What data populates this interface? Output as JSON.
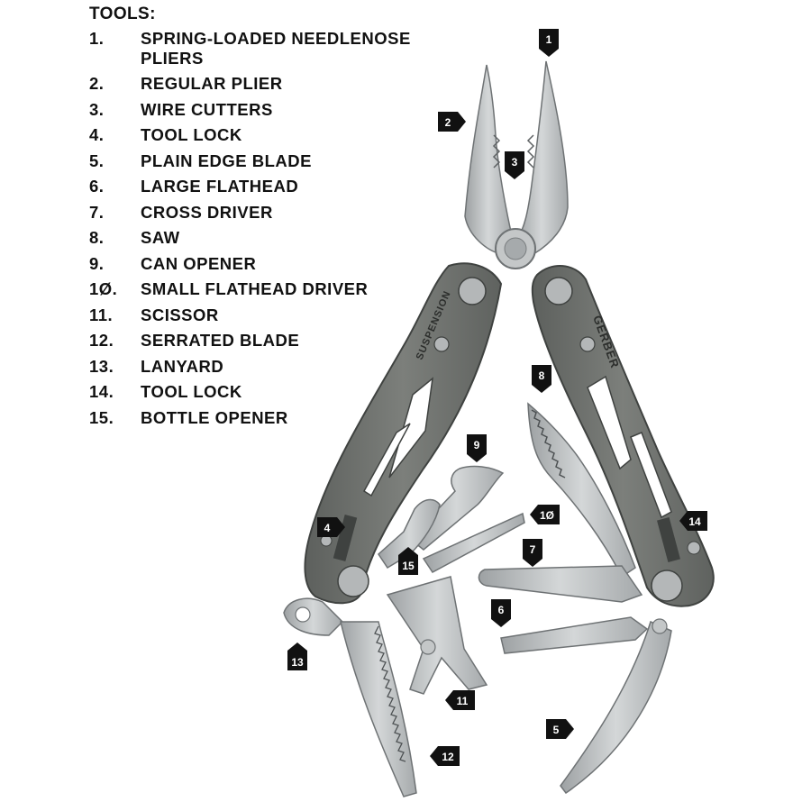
{
  "legend": {
    "title": "TOOLS:",
    "items": [
      {
        "number": "1.",
        "name": "SPRING-LOADED NEEDLENOSE PLIERS"
      },
      {
        "number": "2.",
        "name": "REGULAR PLIER"
      },
      {
        "number": "3.",
        "name": "WIRE CUTTERS"
      },
      {
        "number": "4.",
        "name": "TOOL LOCK"
      },
      {
        "number": "5.",
        "name": "PLAIN EDGE BLADE"
      },
      {
        "number": "6.",
        "name": "LARGE FLATHEAD"
      },
      {
        "number": "7.",
        "name": "CROSS DRIVER"
      },
      {
        "number": "8.",
        "name": "SAW"
      },
      {
        "number": "9.",
        "name": "CAN OPENER"
      },
      {
        "number": "1Ø.",
        "name": "SMALL FLATHEAD DRIVER"
      },
      {
        "number": "11.",
        "name": "SCISSOR"
      },
      {
        "number": "12.",
        "name": "SERRATED BLADE"
      },
      {
        "number": "13.",
        "name": "LANYARD"
      },
      {
        "number": "14.",
        "name": "TOOL LOCK"
      },
      {
        "number": "15.",
        "name": "BOTTLE OPENER"
      }
    ]
  },
  "callouts": [
    "1",
    "2",
    "3",
    "4",
    "5",
    "6",
    "7",
    "8",
    "9",
    "1Ø",
    "11",
    "12",
    "13",
    "14",
    "15"
  ],
  "handle_text": {
    "left": "SUSPENSION",
    "right": "GERBER"
  },
  "colors": {
    "callout_fill": "#111111",
    "handle": "#6f726e",
    "steel": "#b9bcbd",
    "steel_dark": "#8e9294"
  }
}
